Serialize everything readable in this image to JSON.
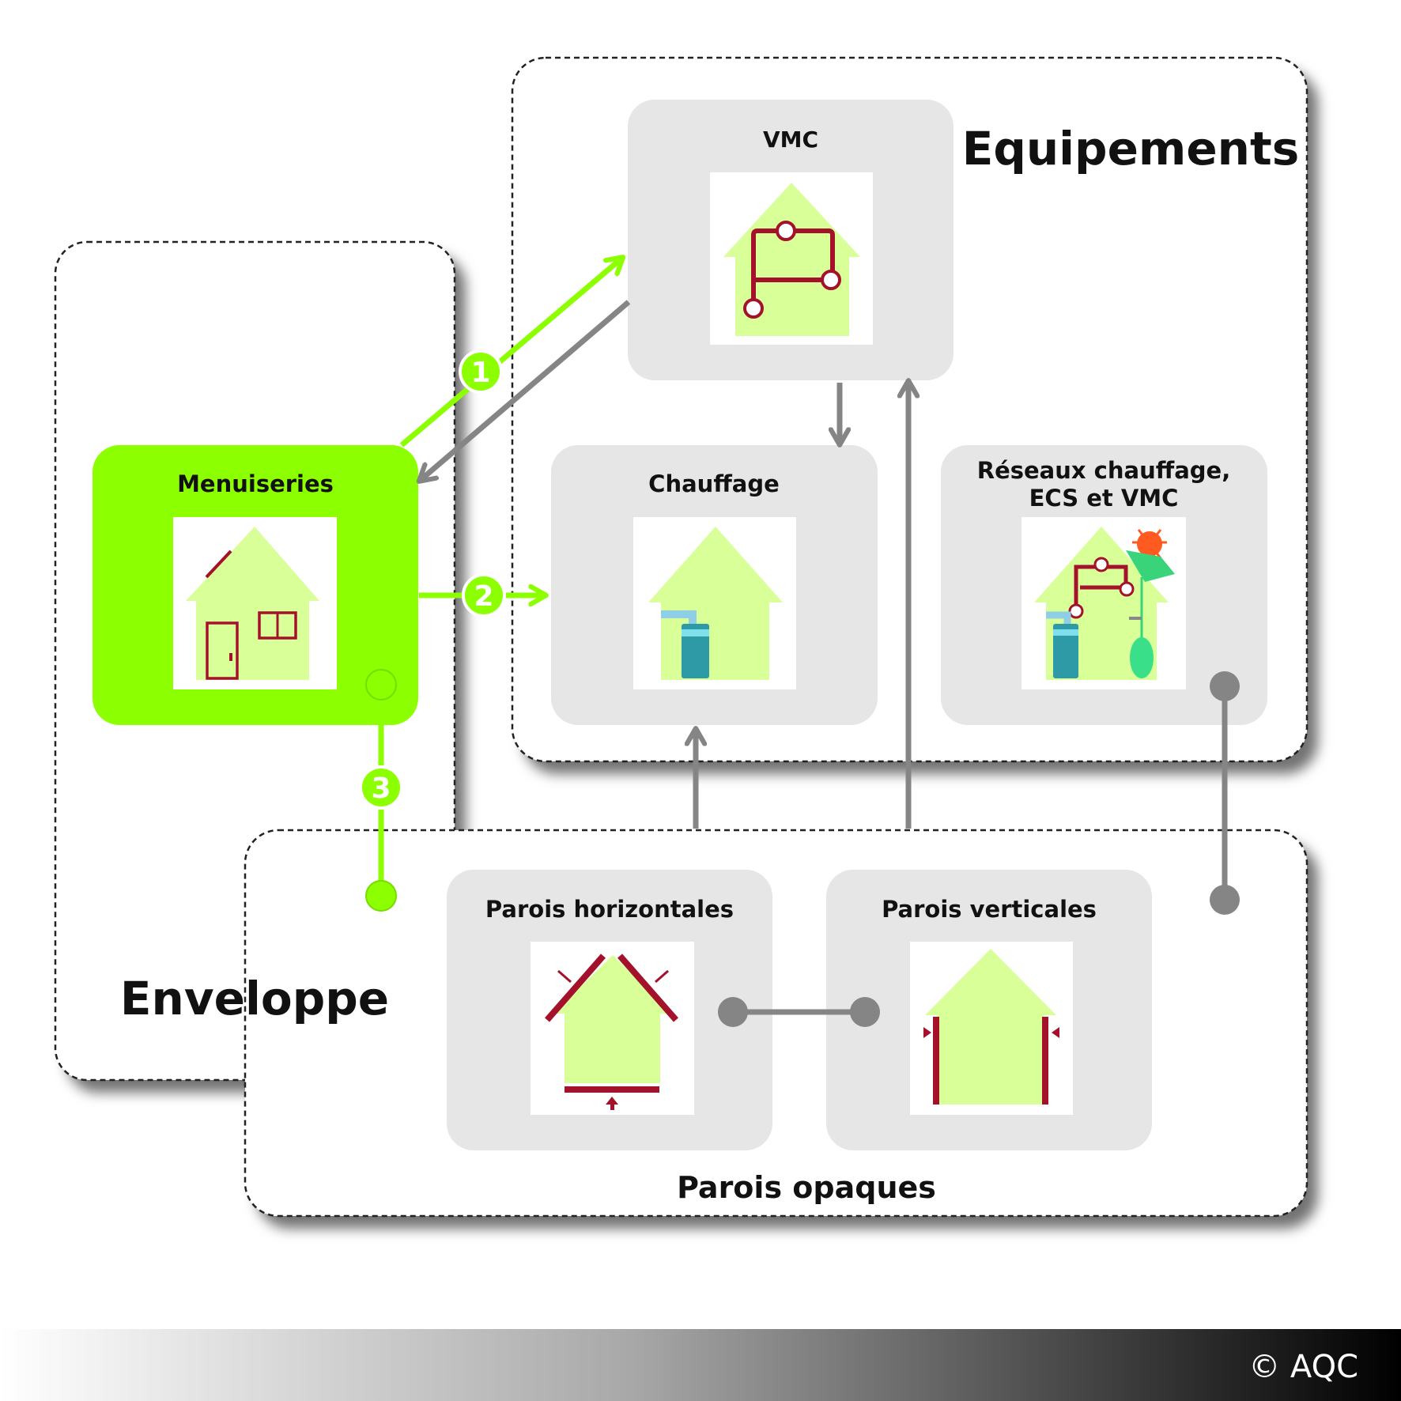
{
  "groups": {
    "equipements": "Equipements",
    "enveloppe": "Enveloppe",
    "parois_opaques": "Parois opaques"
  },
  "nodes": {
    "vmc": "VMC",
    "menuiseries": "Menuiseries",
    "chauffage": "Chauffage",
    "reseaux_line1": "Réseaux chauffage,",
    "reseaux_line2": "ECS et VMC",
    "parois_horizontales": "Parois horizontales",
    "parois_verticales": "Parois verticales"
  },
  "badges": {
    "b1": "1",
    "b2": "2",
    "b3": "3"
  },
  "copyright": "© AQC",
  "colors": {
    "accent_green": "#8cff00",
    "house_green": "#d9ff99",
    "node_grey": "#e6e6e6",
    "connector_grey": "#858585",
    "dark_red": "#a3122a",
    "boiler_teal": "#2e9aa6"
  }
}
